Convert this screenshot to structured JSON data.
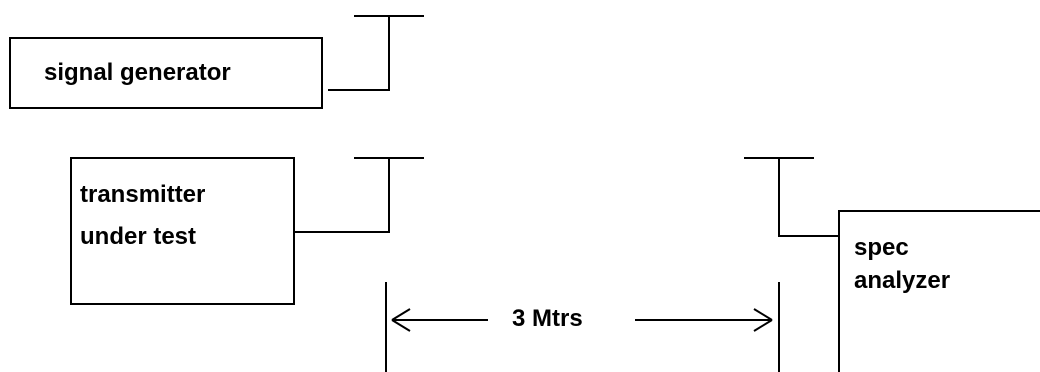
{
  "signal_generator": {
    "label": "signal generator"
  },
  "transmitter": {
    "line1": "transmitter",
    "line2": "under test"
  },
  "spec_analyzer": {
    "line1": "spec",
    "line2": "analyzer"
  },
  "distance": {
    "label": "3 Mtrs"
  },
  "colors": {
    "stroke": "#000000",
    "background": "#ffffff"
  }
}
